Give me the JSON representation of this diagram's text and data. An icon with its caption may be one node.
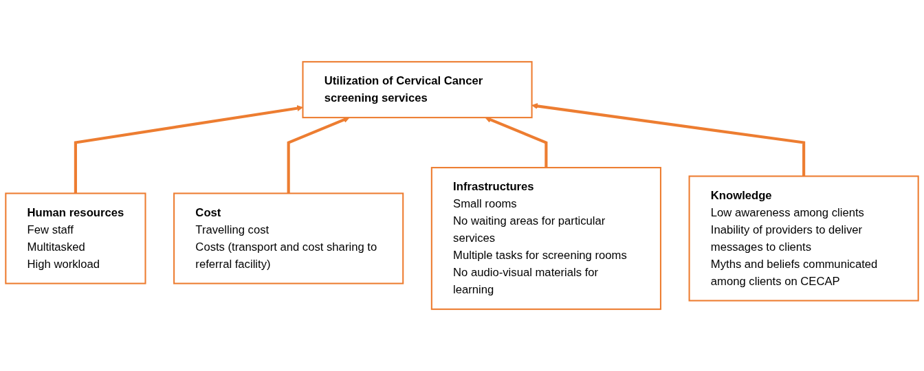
{
  "diagram": {
    "nodes": [
      {
        "text": [
          "Utilization of Cervical Cancer screening services"
        ]
      },
      {
        "text": [
          "Human resources",
          "Few staff",
          "Multitasked",
          "High workload"
        ]
      },
      {
        "text": [
          "Cost",
          "Travelling cost",
          "Costs (transport and cost sharing to referral facility)"
        ]
      },
      {
        "text": [
          "Infrastructures",
          "Small rooms",
          "No waiting areas for particular services",
          "Multiple tasks for screening rooms",
          "No audio-visual materials for learning"
        ]
      },
      {
        "text": [
          "Knowledge",
          "Low awareness among clients",
          "Inability of providers to deliver messages to clients",
          "Myths and beliefs communicated among clients on CECAP"
        ]
      }
    ],
    "edges": [
      {
        "from": 1,
        "to": 0,
        "arrow": "to"
      },
      {
        "from": 2,
        "to": 0,
        "arrow": "to"
      },
      {
        "from": 3,
        "to": 0,
        "arrow": "to"
      },
      {
        "from": 4,
        "to": 0,
        "arrow": "to"
      }
    ]
  }
}
